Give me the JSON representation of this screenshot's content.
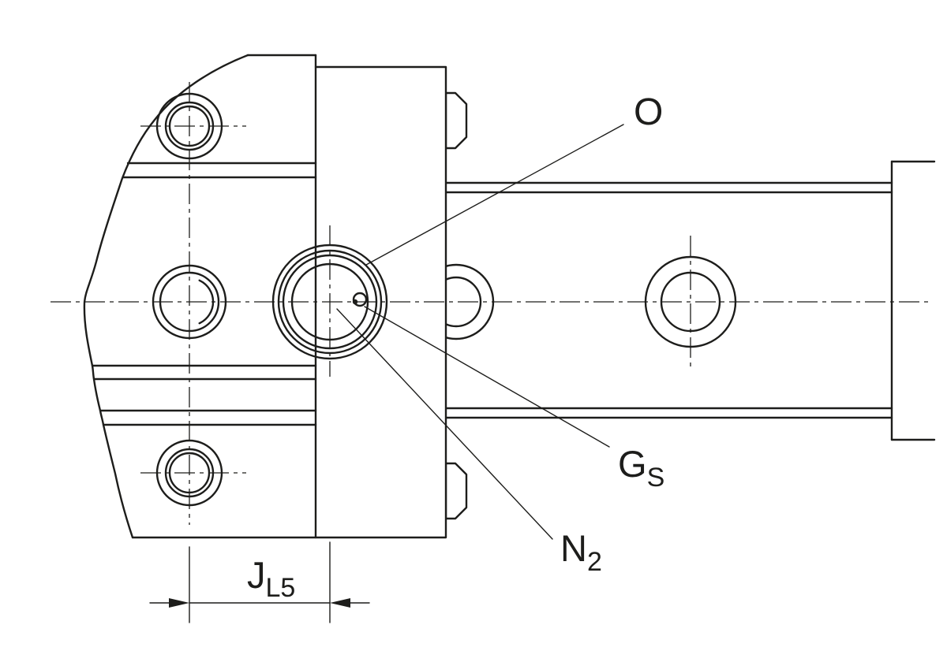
{
  "drawing": {
    "background": "#ffffff",
    "line_color": "#1d1d1b",
    "labels": {
      "o": "O",
      "g": {
        "main": "G",
        "sub": "S"
      },
      "n": {
        "main": "N",
        "sub": "2"
      },
      "dim_j": {
        "main": "J",
        "sub": "L5"
      }
    }
  }
}
